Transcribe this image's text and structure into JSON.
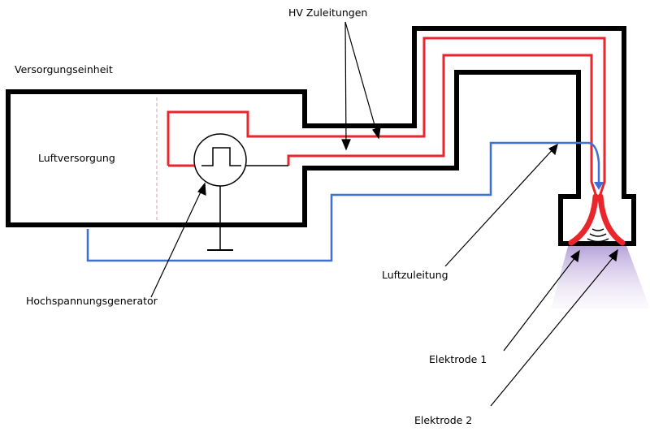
{
  "labels": {
    "supply_unit": "Versorgungseinheit",
    "air_supply": "Luftversorgung",
    "hv_leads": "HV Zuleitungen",
    "hv_generator": "Hochspannungsgenerator",
    "air_line": "Luftzuleitung",
    "electrode_1": "Elektrode 1",
    "electrode_2": "Elektrode 2"
  },
  "colors": {
    "outline": "#000000",
    "hv_lead": "#e8262b",
    "air_line": "#3f6fd6",
    "plasma": "#b9a6d8",
    "divider": "#c9a4a4"
  },
  "icons": {
    "generator": "square-pulse-in-circle-icon",
    "ground": "ground-symbol-icon",
    "discharge": "discharge-arcs-icon"
  }
}
